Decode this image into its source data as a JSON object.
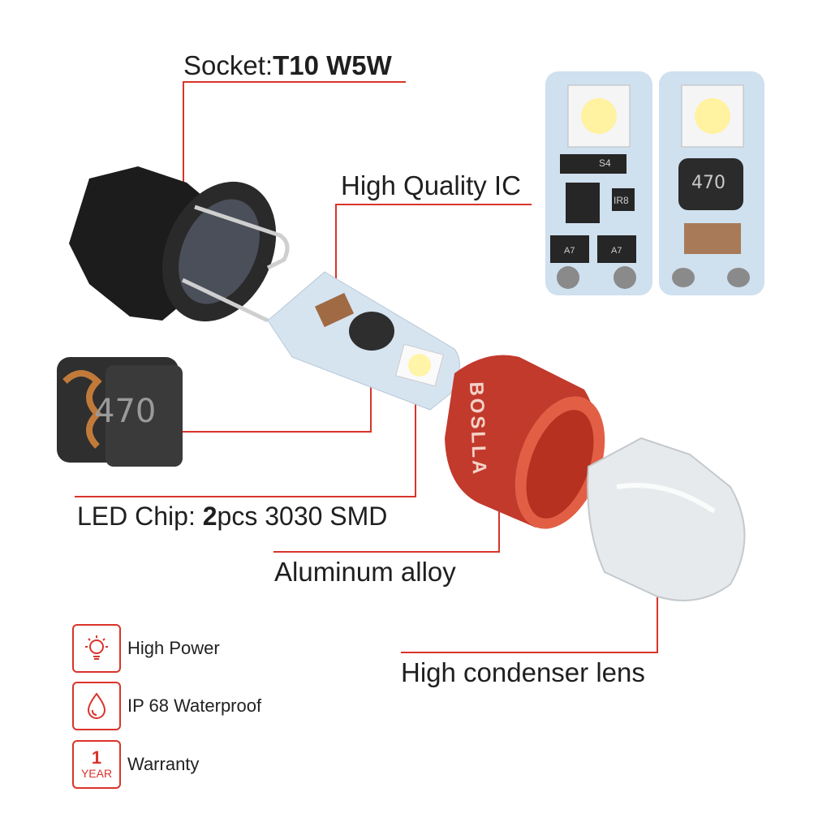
{
  "labels": {
    "socket_prefix": "Socket:",
    "socket_value": "T10 W5W",
    "ic": "High Quality IC",
    "led_prefix": "LED Chip: ",
    "led_count": "2",
    "led_rest": "pcs 3030 SMD",
    "aluminum": "Aluminum alloy",
    "lens": "High condenser lens"
  },
  "inductor_marking": "470",
  "pcb_markings": {
    "diode": "S4",
    "ic_code": "IR8",
    "transistor": "A7",
    "inductor": "470"
  },
  "brand_text": "BOSLLA",
  "features": [
    {
      "icon": "sun-bulb-icon",
      "label": "High Power"
    },
    {
      "icon": "water-drop-icon",
      "label": "IP 68 Waterproof"
    },
    {
      "icon": "one-year-icon",
      "label": "Warranty",
      "badge_number": "1",
      "badge_text": "YEAR"
    }
  ],
  "colors": {
    "accent_red": "#d9342b",
    "sleeve_red": "#c23a2c",
    "pcb": "#cfe0ef"
  }
}
